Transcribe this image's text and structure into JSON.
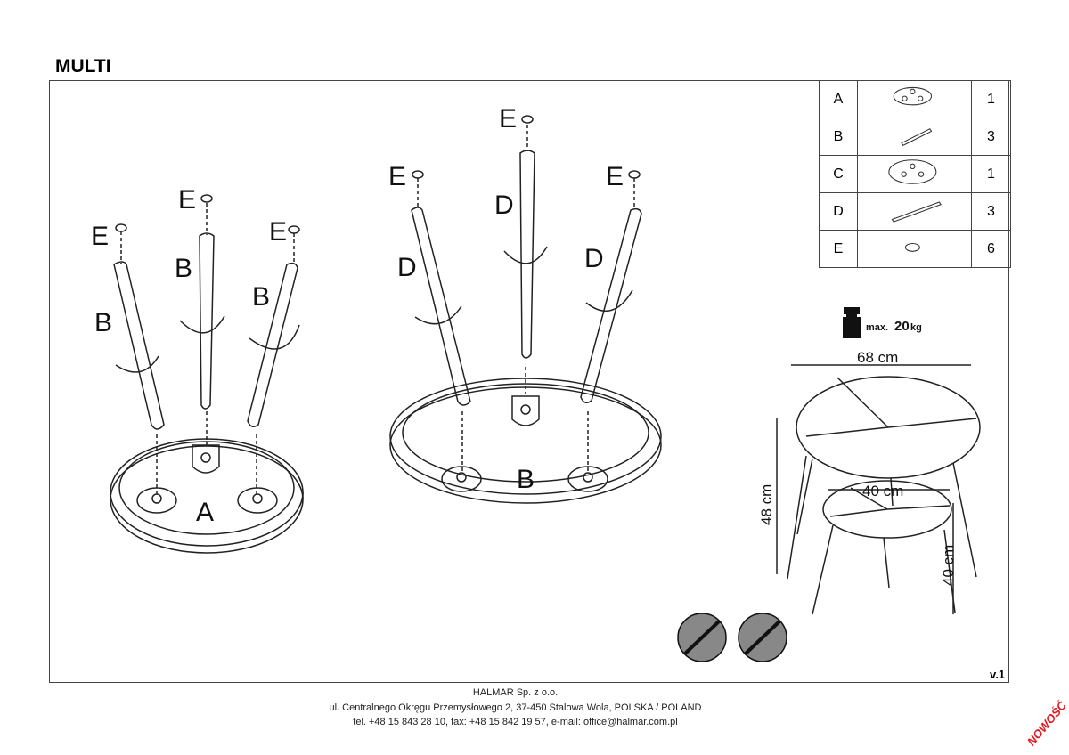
{
  "title": "MULTI",
  "version": "v.1",
  "badge": "NOWOŚĆ",
  "parts": [
    {
      "letter": "A",
      "icon": "small-tabletop-icon",
      "qty": "1"
    },
    {
      "letter": "B",
      "icon": "short-leg-icon",
      "qty": "3"
    },
    {
      "letter": "C",
      "icon": "large-tabletop-icon",
      "qty": "1"
    },
    {
      "letter": "D",
      "icon": "long-leg-icon",
      "qty": "3"
    },
    {
      "letter": "E",
      "icon": "glide-icon",
      "qty": "6"
    }
  ],
  "diagram": {
    "small": {
      "glide": "E",
      "leg": "B",
      "top": "A"
    },
    "large": {
      "glide": "E",
      "leg": "D",
      "top": "B"
    }
  },
  "load": {
    "prefix": "max.",
    "value": "20",
    "unit": "kg"
  },
  "dimensions": {
    "large_diameter": "68 cm",
    "large_height": "48 cm",
    "small_diameter": "40 cm",
    "small_height": "40 cm"
  },
  "footer": {
    "company": "HALMAR Sp. z o.o.",
    "address": "ul. Centralnego Okręgu Przemysłowego 2, 37-450 Stalowa Wola, POLSKA / POLAND",
    "contact": "tel. +48 15 843 28 10, fax: +48 15 842 19 57, e-mail: office@halmar.com.pl"
  }
}
